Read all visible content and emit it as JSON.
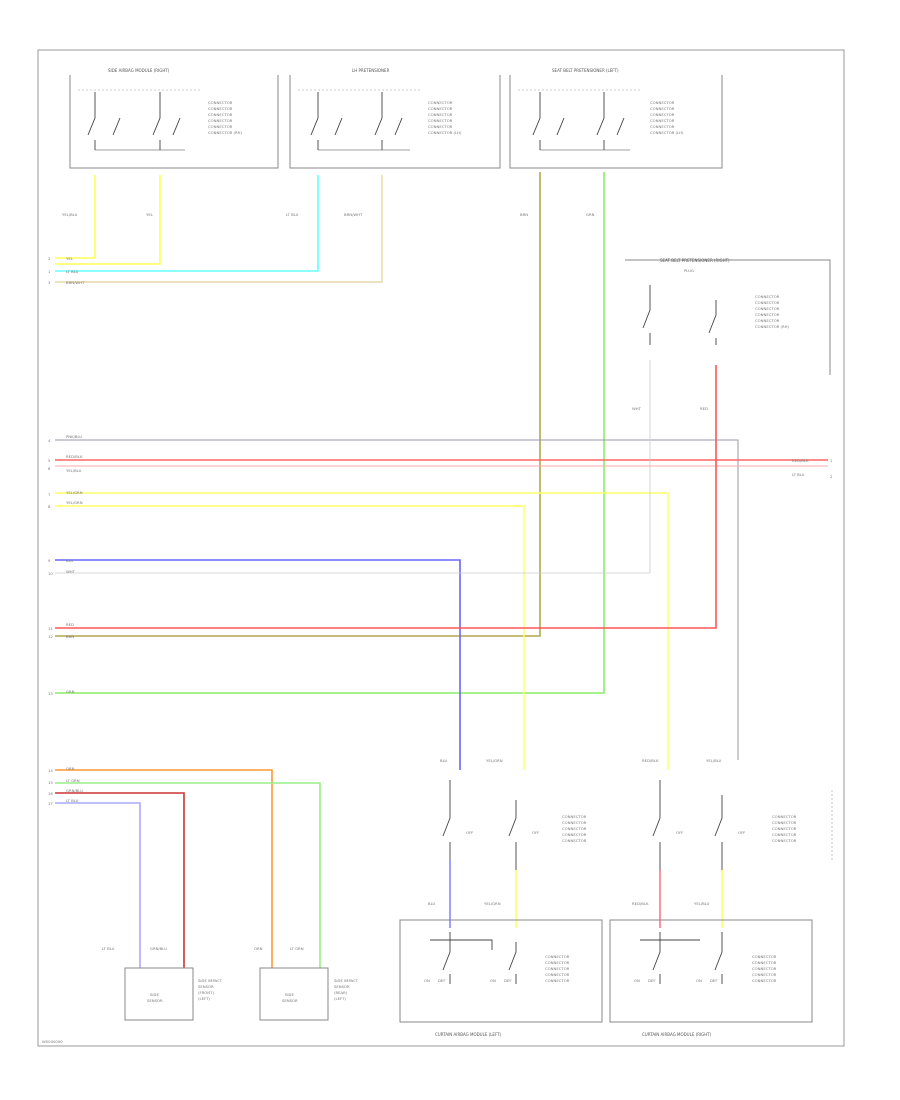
{
  "diagram": {
    "footer_code": "W0000000",
    "components": {
      "top_left": {
        "title": "SIDE AIRBAG MODULE (RIGHT)",
        "wire_a": "YEL/BLU",
        "wire_b": "YEL",
        "connector_lines": [
          "CONNECTOR",
          "CONNECTOR",
          "CONNECTOR",
          "CONNECTOR",
          "CONNECTOR",
          "CONNECTOR (RH)"
        ]
      },
      "top_mid": {
        "title": "LH PRETENSIONER",
        "wire_a": "LT BLU",
        "wire_b": "BRN/WHT",
        "connector_lines": [
          "CONNECTOR",
          "CONNECTOR",
          "CONNECTOR",
          "CONNECTOR",
          "CONNECTOR",
          "CONNECTOR (LH)"
        ]
      },
      "top_right": {
        "title": "SEAT BELT PRETENSIONER (LEFT)",
        "wire_a": "BRN",
        "wire_b": "GRN",
        "connector_lines": [
          "CONNECTOR",
          "CONNECTOR",
          "CONNECTOR",
          "CONNECTOR",
          "CONNECTOR",
          "CONNECTOR (LH)"
        ]
      },
      "right_mid": {
        "title": "SEAT BELT PRETENSIONER (RIGHT)",
        "sub": "PLUG",
        "wire_a": "WHT",
        "wire_b": "RED",
        "connector_lines": [
          "CONNECTOR",
          "CONNECTOR",
          "CONNECTOR",
          "CONNECTOR",
          "CONNECTOR",
          "CONNECTOR (RH)"
        ]
      },
      "bottom_left_sw": {
        "wire_a": "BLU",
        "wire_b": "YEL/GRN",
        "connector_lines": [
          "CONNECTOR",
          "CONNECTOR",
          "CONNECTOR",
          "CONNECTOR",
          "CONNECTOR"
        ]
      },
      "bottom_right_sw": {
        "wire_a": "RED/BLK",
        "wire_b": "YEL/BLU",
        "connector_lines": [
          "CONNECTOR",
          "CONNECTOR",
          "CONNECTOR",
          "CONNECTOR",
          "CONNECTOR"
        ]
      },
      "bottom_left_module": {
        "title": "CURTAIN AIRBAG MODULE (LEFT)",
        "wire_a": "BLU",
        "wire_b": "YEL/GRN",
        "connector_lines": [
          "CONNECTOR",
          "CONNECTOR",
          "CONNECTOR",
          "CONNECTOR",
          "CONNECTOR"
        ]
      },
      "bottom_right_module": {
        "title": "CURTAIN AIRBAG MODULE (RIGHT)",
        "wire_a": "RED/BLK",
        "wire_b": "YEL/BLU",
        "connector_lines": [
          "CONNECTOR",
          "CONNECTOR",
          "CONNECTOR",
          "CONNECTOR",
          "CONNECTOR"
        ]
      },
      "sensor_left": {
        "box": [
          "SIDE",
          "SENSOR"
        ],
        "wire_a": "LT BLU",
        "wire_b": "GRN/BLU",
        "label": [
          "SIDE IMPACT",
          "SENSOR",
          "(FRONT)",
          "(LEFT)"
        ]
      },
      "sensor_right": {
        "box": [
          "SIDE",
          "SENSOR"
        ],
        "wire_a": "ORN",
        "wire_b": "LT GRN",
        "label": [
          "SIDE IMPACT",
          "SENSOR",
          "(REAR)",
          "(LEFT)"
        ]
      }
    },
    "left_wires": [
      {
        "num": "2",
        "label": "YEL"
      },
      {
        "num": "1",
        "label": "LT BLU"
      },
      {
        "num": "3",
        "label": "BRN/WHT"
      },
      {
        "num": "4",
        "label": "PNK/BLU"
      },
      {
        "num": "5",
        "label": "RED/BLK"
      },
      {
        "num": "6",
        "label": "YEL/BLU"
      },
      {
        "num": "7",
        "label": "YEL/GRN"
      },
      {
        "num": "8",
        "label": "YEL/GRN"
      },
      {
        "num": "9",
        "label": "BLU"
      },
      {
        "num": "10",
        "label": "WHT"
      },
      {
        "num": "11",
        "label": "RED"
      },
      {
        "num": "12",
        "label": "BRN"
      },
      {
        "num": "13",
        "label": "GRN"
      },
      {
        "num": "14",
        "label": "ORN"
      },
      {
        "num": "15",
        "label": "LT GRN"
      },
      {
        "num": "16",
        "label": "GRN/BLU"
      },
      {
        "num": "17",
        "label": "LT BLU"
      }
    ],
    "right_wires": [
      {
        "num": "1",
        "label": "RED/BLK"
      },
      {
        "num": "2",
        "label": "LT BLU"
      }
    ],
    "switch_labels": {
      "off": "OFF",
      "on": "ON",
      "def": "DEF"
    },
    "colors": {
      "yellow": "#ffff66",
      "cyan": "#66ffff",
      "tan": "#e6d9b3",
      "olive": "#b3a64d",
      "green": "#66dd66",
      "lightgreen": "#99ff66",
      "red": "#ff6666",
      "pink": "#ff99aa",
      "blue": "#6666ff",
      "lavender": "#aaaaff",
      "orange": "#ff9933",
      "maroon": "#cc3333",
      "gray": "#aaaaaa",
      "darkgray": "#888888"
    }
  }
}
